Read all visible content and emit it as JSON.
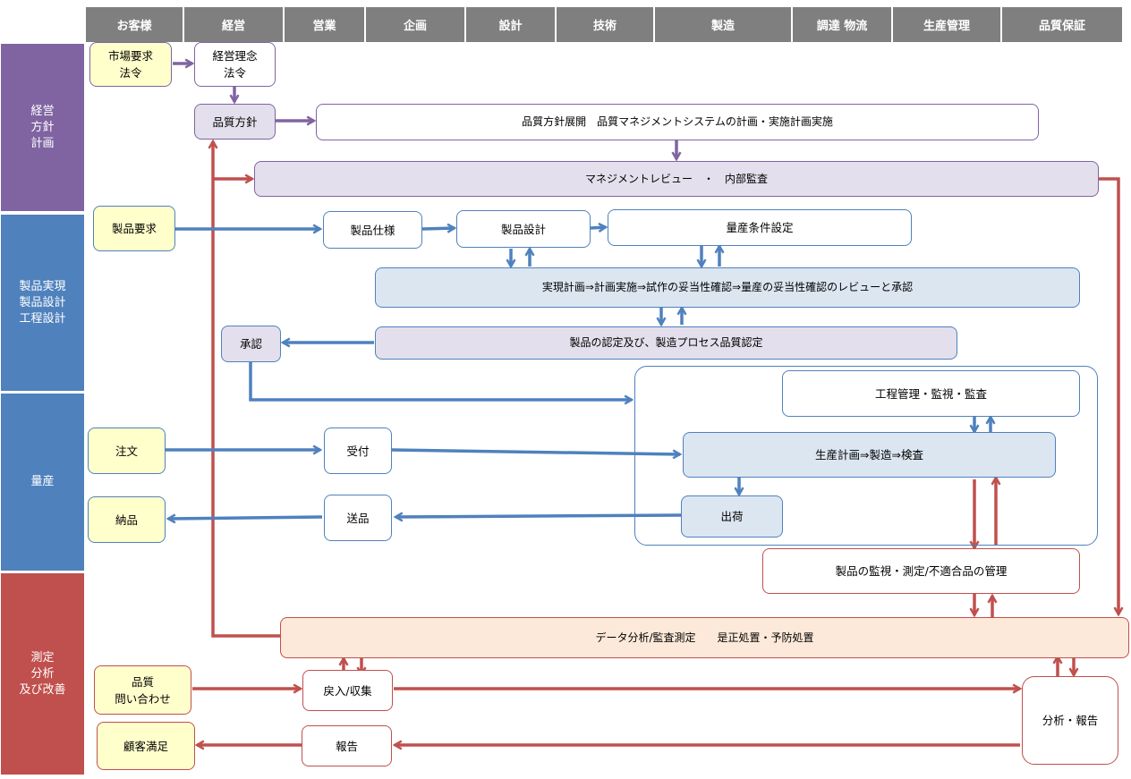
{
  "columns": [
    "お客様",
    "経営",
    "営業",
    "企画",
    "設計",
    "技術",
    "製造",
    "調達 物流",
    "生産管理",
    "品質保証"
  ],
  "lanes": [
    {
      "label": "経営\n方針\n計画",
      "color": "#8064a2"
    },
    {
      "label": "製品実現\n製品設計\n工程設計",
      "color": "#4f81bd"
    },
    {
      "label": "量産",
      "color": "#4f81bd"
    },
    {
      "label": "測定\n分析\n及び改善",
      "color": "#c0504d"
    }
  ],
  "colors": {
    "purple": "#8064a2",
    "blue": "#4f81bd",
    "red": "#c0504d",
    "header": "#7f7f7f",
    "customer_fill": "#ffffcc",
    "purple_fill": "#e4dfec",
    "blue_fill": "#dce6f1",
    "peach_fill": "#fde9d9"
  },
  "nodes": {
    "market_requirements": "市場要求\n法令",
    "management_philosophy": "経営理念\n法令",
    "quality_policy": "品質方針",
    "qms_planning": "品質方針展開　品質マネジメントシステムの計画・実施計画実施",
    "management_review": "マネジメントレビュー　・　内部監査",
    "product_requirements": "製品要求",
    "product_spec": "製品仕様",
    "product_design": "製品設計",
    "mass_production_conditions": "量産条件設定",
    "realization_plan": "実現計画⇒計画実施⇒試作の妥当性確認⇒量産の妥当性確認のレビューと承認",
    "approval": "承認",
    "product_certification": "製品の認定及び、製造プロセス品質認定",
    "process_control": "工程管理・監視・監査",
    "order": "注文",
    "order_receipt": "受付",
    "production": "生産計画⇒製造⇒検査",
    "delivery": "納品",
    "shipping_dispatch": "送品",
    "shipment": "出荷",
    "product_monitoring": "製品の監視・測定/不適合品の管理",
    "data_analysis": "データ分析/監査測定　　是正処置・予防処置",
    "quality_inquiry": "品質\n問い合わせ",
    "returns_collection": "戻入/収集",
    "analysis_report": "分析・報告",
    "customer_satisfaction": "顧客満足",
    "report": "報告"
  }
}
